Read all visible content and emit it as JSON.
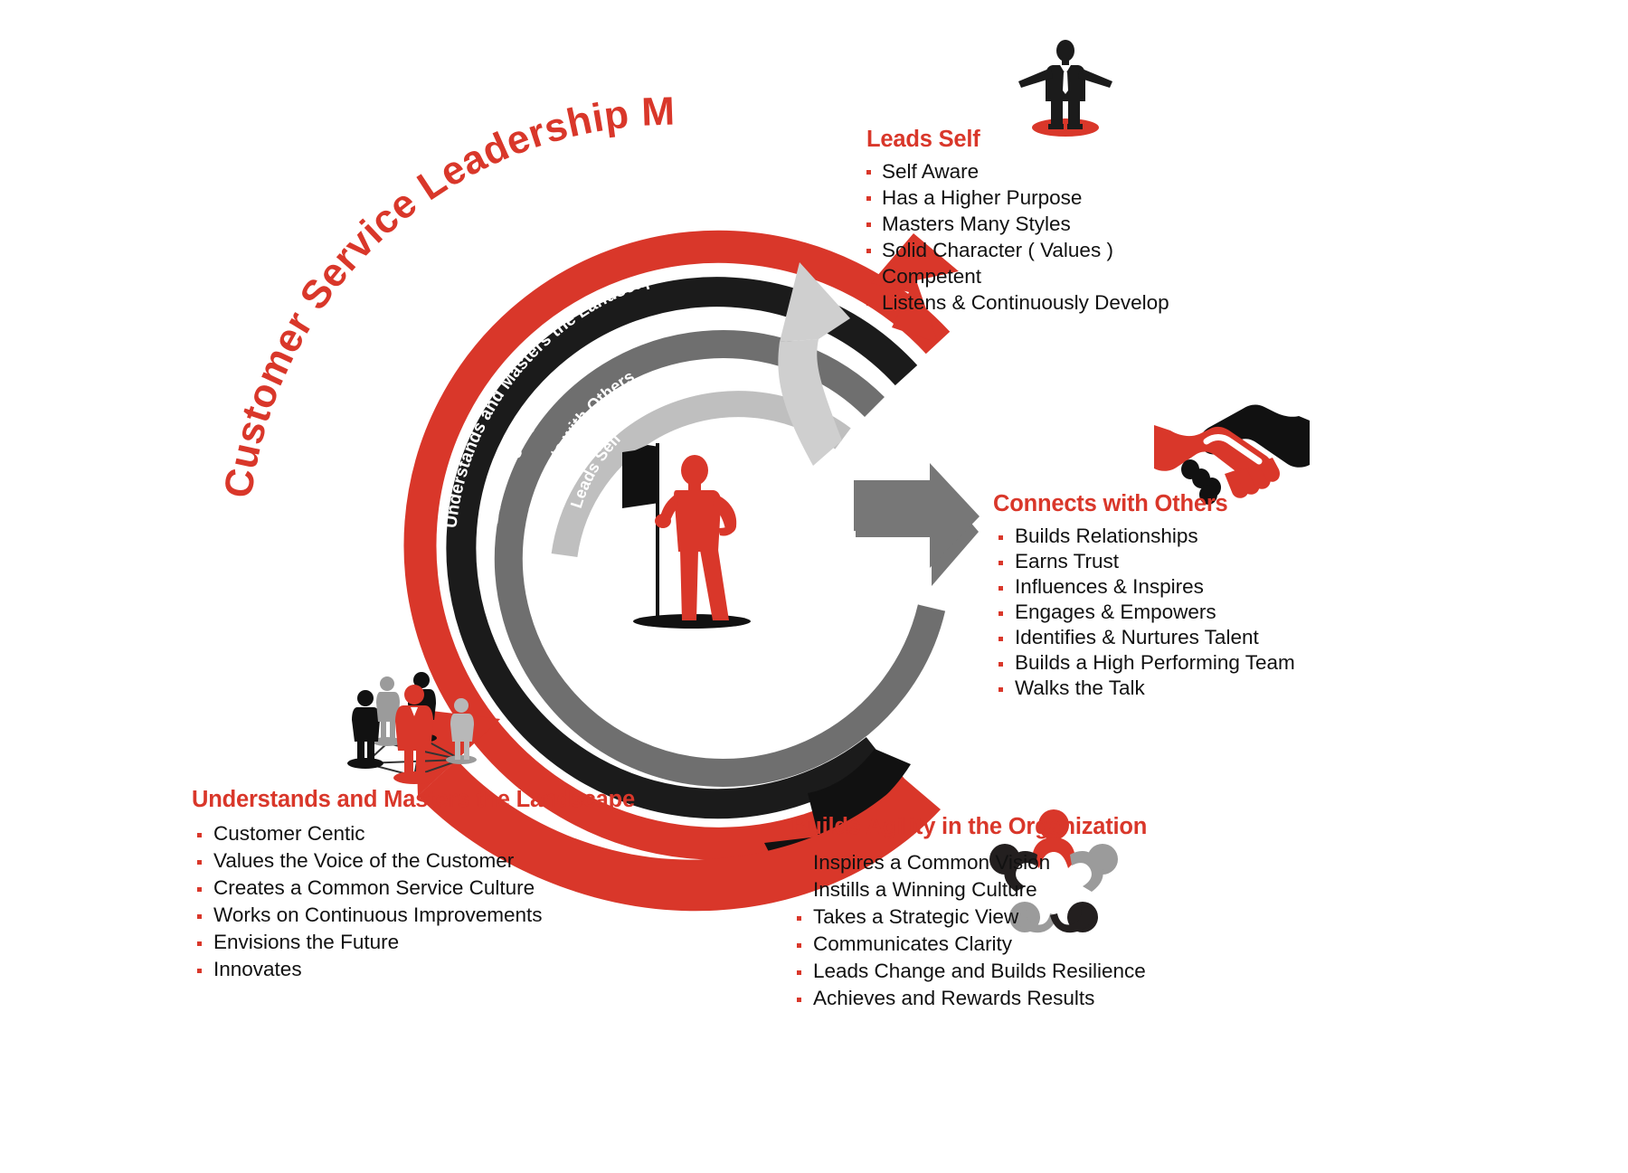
{
  "title": "Customer Service Leadership Model",
  "colors": {
    "red": "#d9372a",
    "black": "#1b1b1b",
    "dark_gray": "#6f6f6f",
    "light_gray": "#bfbfbf",
    "white": "#ffffff"
  },
  "rings": [
    {
      "label": "Understands and Masters the Landscape",
      "color": "#d9372a"
    },
    {
      "label": "Builds Agility in the Organization",
      "color": "#1b1b1b"
    },
    {
      "label": "Connects with Others",
      "color": "#6f6f6f"
    },
    {
      "label": "Leads Self",
      "color": "#bfbfbf"
    }
  ],
  "sections": [
    {
      "id": "leads-self",
      "heading": "Leads Self",
      "icon": "businessman-arms-out-icon",
      "bullets": [
        "Self Aware",
        "Has a Higher Purpose",
        "Masters Many Styles",
        "Solid Character ( Values )",
        "Competent",
        "Listens & Continuously Develop"
      ]
    },
    {
      "id": "connects",
      "heading": "Connects with Others",
      "icon": "handshake-icon",
      "bullets": [
        "Builds Relationships",
        "Earns Trust",
        "Influences & Inspires",
        "Engages & Empowers",
        "Identifies & Nurtures Talent",
        "Builds a High Performing Team",
        "Walks the Talk"
      ]
    },
    {
      "id": "agility",
      "heading": "Builds Agility in the Organization",
      "icon": "team-circle-icon",
      "bullets": [
        "Inspires a Common Vision",
        "Instills a Winning Culture",
        "Takes a Strategic View",
        "Communicates Clarity",
        "Leads Change and Builds Resilience",
        "Achieves and Rewards Results"
      ]
    },
    {
      "id": "landscape",
      "heading": "Understands and Masters the Landscape",
      "icon": "people-network-icon",
      "bullets": [
        "Customer Centic",
        "Values the Voice of the Customer",
        "Creates a Common Service Culture",
        "Works on Continuous Improvements",
        "Envisions the Future",
        "Innovates"
      ]
    }
  ],
  "center_icon": "leader-with-flag-icon"
}
